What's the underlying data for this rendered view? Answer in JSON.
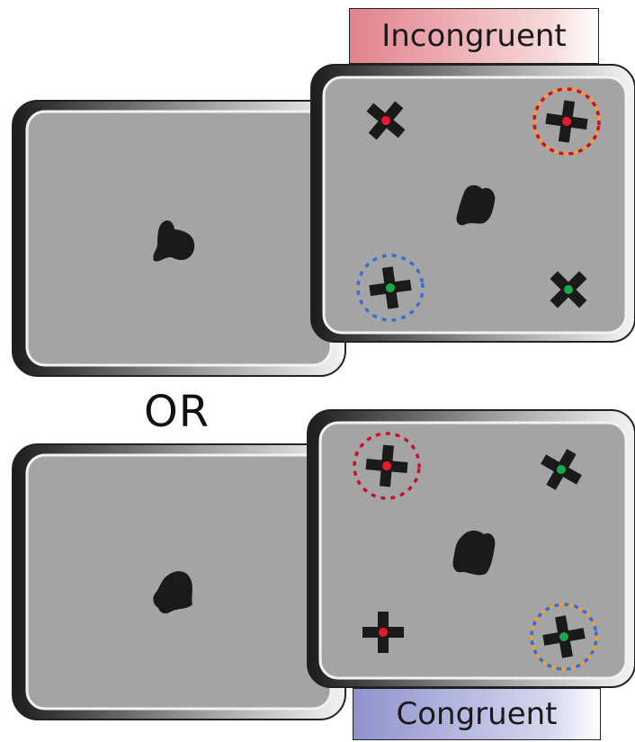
{
  "labels": {
    "incongruent": "Incongruent",
    "congruent": "Congruent",
    "or": "OR"
  },
  "colors": {
    "screen_fill": "#a4a4a4",
    "figure": "#1a1a1a",
    "dot_red": "#e8192c",
    "dot_green": "#1aa84a",
    "ring_red": "#c8102e",
    "ring_blue": "#3a6fd0",
    "ring_orange": "#f0a030",
    "incongruent_gradient": "#e2828c",
    "congruent_gradient": "#8e93cc"
  }
}
